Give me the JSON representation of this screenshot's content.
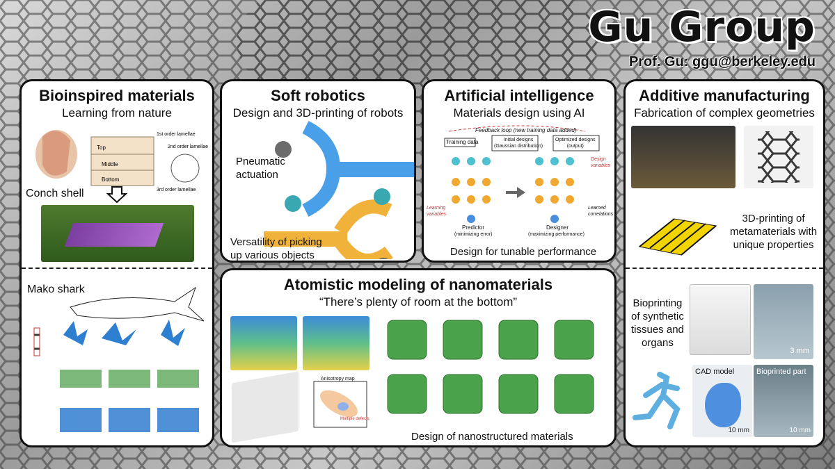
{
  "header": {
    "title": "Gu Group",
    "contact": "Prof. Gu: ggu@berkeley.edu"
  },
  "bioinspired": {
    "title": "Bioinspired materials",
    "subtitle": "Learning from nature",
    "conch_label": "Conch shell",
    "lamellae": [
      "1st order lamellae",
      "2nd order lamellae",
      "3rd order lamellae"
    ],
    "layers": [
      "Top",
      "Middle",
      "Bottom"
    ],
    "mako_label": "Mako shark"
  },
  "soft_robotics": {
    "title": "Soft robotics",
    "subtitle": "Design and 3D-printing of robots",
    "pneumatic": "Pneumatic\nactuation",
    "versatility": "Versatility of picking\nup various objects"
  },
  "ai": {
    "title": "Artificial intelligence",
    "subtitle": "Materials design using AI",
    "feedback": "Feedback loop (new training data added)",
    "training": "Training data",
    "initial": "Initial designs\n(Gaussian distribution)",
    "optimized": "Optimized designs\n(output)",
    "design_vars": "Design\nvariables",
    "learning_vars": "Learning\nvariables",
    "learned_corr": "Learned\ncorrelations",
    "predictor": "Predictor",
    "predictor_sub": "(minimizing error)",
    "designer": "Designer",
    "designer_sub": "(maximizing performance)",
    "caption": "Design for tunable performance"
  },
  "additive": {
    "title": "Additive manufacturing",
    "subtitle": "Fabrication of complex geometries",
    "meta_caption": "3D-printing of\nmetamaterials with\nunique properties",
    "bioprint_caption": "Bioprinting\nof synthetic\ntissues and\norgans",
    "cad_label": "CAD model",
    "bioprinted_label": "Bioprinted part",
    "scale_3mm": "3 mm",
    "scale_10mm_a": "10 mm",
    "scale_10mm_b": "10 mm"
  },
  "atomistic": {
    "title": "Atomistic modeling of nanomaterials",
    "subtitle": "“There’s plenty of room at the bottom”",
    "anisotropy": "Anisotropy map",
    "multiple_defects": "Multiple defects",
    "caption": "Design of nanostructured materials"
  },
  "colors": {
    "accent_blue": "#3a8fd8",
    "accent_orange": "#f0a830",
    "gray_node": "#555555"
  }
}
